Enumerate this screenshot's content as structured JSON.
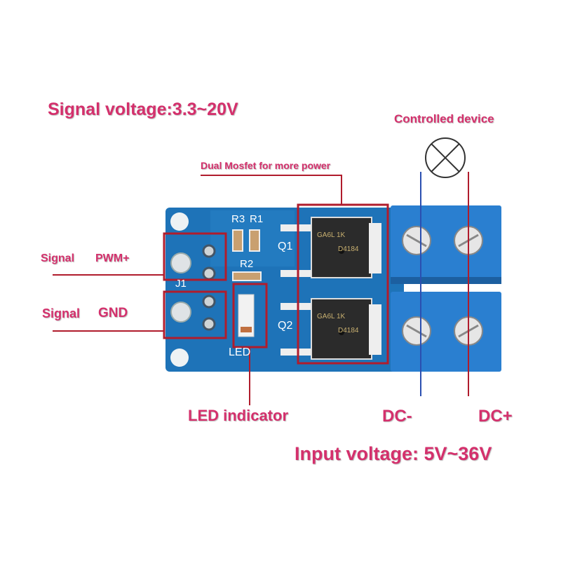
{
  "title": "Signal voltage:3.3~20V",
  "controlled_device": "Controlled device",
  "mosfet_label": "Dual Mosfet for more power",
  "signal_pwm": {
    "signal": "Signal",
    "pin": "PWM+"
  },
  "signal_gnd": {
    "signal": "Signal",
    "pin": "GND"
  },
  "led_indicator": "LED indicator",
  "dc_minus": "DC-",
  "dc_plus": "DC+",
  "input_voltage": "Input voltage: 5V~36V",
  "silkscreen": {
    "r3": "R3",
    "r1": "R1",
    "r2": "R2",
    "q1": "Q1",
    "q2": "Q2",
    "j1": "J1",
    "led": "LED",
    "mosfet_marking_1": "GA6L 1K",
    "mosfet_marking_2": "D4184"
  },
  "colors": {
    "label": "#d4306c",
    "line": "#b01c2c",
    "pcb": "#1e73b8",
    "terminal": "#2a7fd0"
  }
}
